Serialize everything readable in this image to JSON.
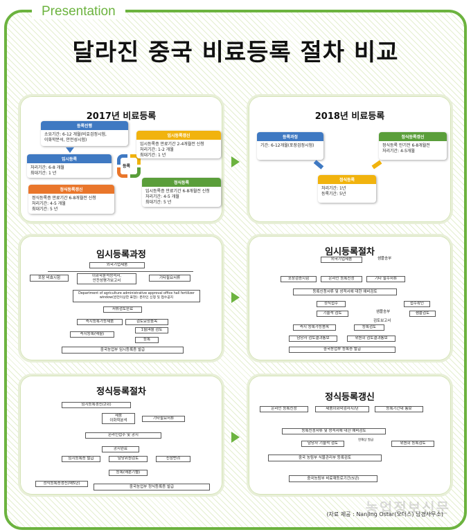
{
  "header": {
    "tag": "Presentation",
    "title": "달라진 중국 비료등록 절차 비교"
  },
  "panel2017": {
    "title": "2017년 비료등록",
    "c1": {
      "head": "등록진행",
      "lines": [
        "소요기간: 6-12 개월(비효검정시험,",
        "이화학분석, 안전성시험)"
      ]
    },
    "c2": {
      "head": "임시등록",
      "lines": [
        "처리기간: 6-8 개월",
        "최대기간: 1 년"
      ]
    },
    "c3": {
      "head": "정식등록갱신",
      "lines": [
        "정식등록증 만료기간 6-8개월전 신청",
        "처리기간: 4-5 개월",
        "최대기간: 5 년"
      ]
    },
    "c4": {
      "head": "임시등록갱신",
      "lines": [
        "임시등록증 만료기간 2-4개월전 신청",
        "처리기간: 1-2 개월",
        "최대기간: 1 년"
      ]
    },
    "c5": {
      "head": "정식등록",
      "lines": [
        "임시등록증 만료기간 6-8개월전 신청",
        "처리기간: 4-5 개월",
        "최대기간: 5 년"
      ]
    },
    "cycle": "등록"
  },
  "panel2018": {
    "title": "2018년 비료등록",
    "c1": {
      "head": "등록과정",
      "lines": [
        "기간: 6-12개월(포장검정시험)"
      ]
    },
    "c2": {
      "head": "정식등록",
      "lines": [
        "처리기간: 1년",
        "등록기간: 5년"
      ]
    },
    "c3": {
      "head": "정식등록갱신",
      "lines": [
        "정식등록 만기전 6-8개월전",
        "처리기간: 4-5개월"
      ]
    }
  },
  "tempProcess": {
    "title": "임시등록과정",
    "n1": "외국기업제품",
    "n2": "포장 비효시험",
    "n3": "이화학분석성적서,",
    "n3b": "안전성평가보고서",
    "n4": "기타필요서류",
    "n5": "Department of agriculture administrative approval office hall fertilizer",
    "n5b": "window(완전이상한 표현): 온라인 신청 및 접수공지",
    "n6": "서류검토완료",
    "n7": "즉시등록가능제품",
    "n8": "검토요망품목",
    "n9": "즉시등록(매월)",
    "n10": "1월/4월 검토",
    "n11": "등록",
    "n12": "중국농업부 임시등록증 발급"
  },
  "tempReg": {
    "title": "임시등록절차",
    "n1": "외국기업제품",
    "side": "샘플송부",
    "n2": "포장검증시험",
    "n3": "온라인 등록신청",
    "n4": "기타 필수서류",
    "n5": "등록신청서류 및 성적서에 대한 예비검토",
    "n6": "정식접수",
    "n7": "접수확인",
    "n8": "기술적 검토",
    "n8b": "샘플송부",
    "n9": "샘플검토",
    "n10": "검토보고서",
    "n11": "즉시 등록가능품목",
    "n12": "등록검토",
    "n13": "담당자 검토결과통보",
    "n14": "위원회 검토결과통보",
    "n15": "중국농업부 등록증 발급"
  },
  "formalReg": {
    "title": "정식등록절차",
    "n1": "임시등록갱신(2회)",
    "n2": "제품",
    "n2b": "이화학분석",
    "n3": "기타필요서류",
    "n4": "온라인접수 및 공지",
    "n5": "공지완료",
    "n6": "임시등록증 발급",
    "n7": "담당위원검토",
    "n8": "신청반려",
    "n9": "등록(매분기별)",
    "n10": "정식등록증갱신(매5년)",
    "n11": "중국농업부 정식등록증 발급"
  },
  "formalRenew": {
    "title": "정식등록갱신",
    "n1": "온라인 등록신청",
    "n2": "제품이화학검사시/년",
    "n3": "등록기간내 통보",
    "n4": "등록신청서류 및 성적서에 대한 예비검토",
    "n5": "담당자 기술적 검토",
    "n5b": "현재상 발급",
    "n6": "위원회 등록검토",
    "n7": "중국 농림부 식물관리부 등록검토",
    "n8": "중국농림부 비료재등로기간(5년)"
  },
  "footer": {
    "watermark": "농업정보신문",
    "source": "(자료 제공 : Nanjing Ostar(오더스) 남경사무소)"
  },
  "colors": {
    "green": "#6cb33f",
    "blue": "#3f79c2",
    "yellow": "#f1b30e",
    "orange": "#e9762b",
    "darkgreen": "#5a9e3a"
  }
}
